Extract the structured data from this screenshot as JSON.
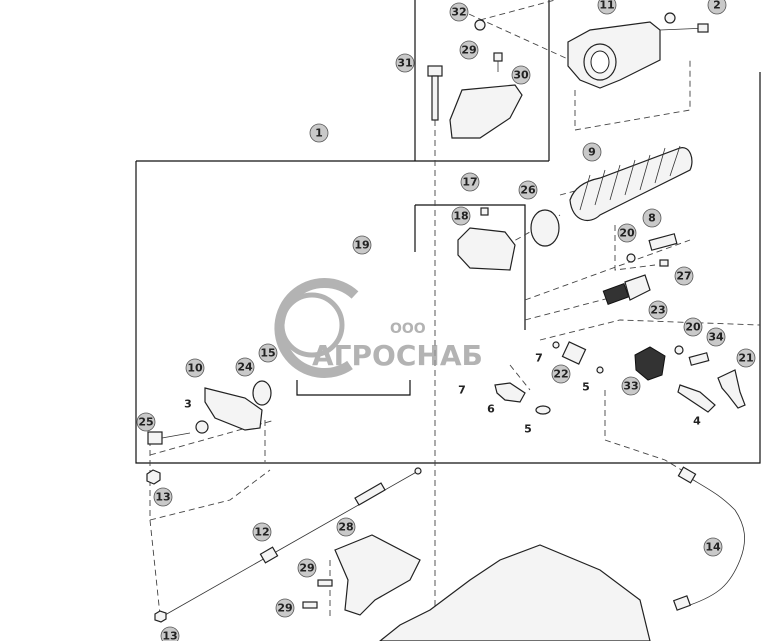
{
  "watermark": {
    "small": "ООО",
    "brand": "АГРОСНАБ"
  },
  "callouts": [
    {
      "id": "32",
      "label": "32"
    },
    {
      "id": "11",
      "label": "11"
    },
    {
      "id": "2",
      "label": "2"
    },
    {
      "id": "29a",
      "label": "29"
    },
    {
      "id": "31",
      "label": "31"
    },
    {
      "id": "30",
      "label": "30"
    },
    {
      "id": "1",
      "label": "1"
    },
    {
      "id": "9",
      "label": "9"
    },
    {
      "id": "17",
      "label": "17"
    },
    {
      "id": "26",
      "label": "26"
    },
    {
      "id": "18",
      "label": "18"
    },
    {
      "id": "8",
      "label": "8"
    },
    {
      "id": "20a",
      "label": "20"
    },
    {
      "id": "19",
      "label": "19"
    },
    {
      "id": "27",
      "label": "27"
    },
    {
      "id": "23",
      "label": "23"
    },
    {
      "id": "20b",
      "label": "20"
    },
    {
      "id": "34",
      "label": "34"
    },
    {
      "id": "21",
      "label": "21"
    },
    {
      "id": "10",
      "label": "10"
    },
    {
      "id": "24",
      "label": "24"
    },
    {
      "id": "15",
      "label": "15"
    },
    {
      "id": "7a",
      "label": "7"
    },
    {
      "id": "22",
      "label": "22"
    },
    {
      "id": "5a",
      "label": "5"
    },
    {
      "id": "33",
      "label": "33"
    },
    {
      "id": "7b",
      "label": "7"
    },
    {
      "id": "3",
      "label": "3"
    },
    {
      "id": "6",
      "label": "6"
    },
    {
      "id": "4",
      "label": "4"
    },
    {
      "id": "25",
      "label": "25"
    },
    {
      "id": "5b",
      "label": "5"
    },
    {
      "id": "13a",
      "label": "13"
    },
    {
      "id": "12",
      "label": "12"
    },
    {
      "id": "28",
      "label": "28"
    },
    {
      "id": "14",
      "label": "14"
    },
    {
      "id": "29b",
      "label": "29"
    },
    {
      "id": "29c",
      "label": "29"
    },
    {
      "id": "13b",
      "label": "13"
    }
  ]
}
